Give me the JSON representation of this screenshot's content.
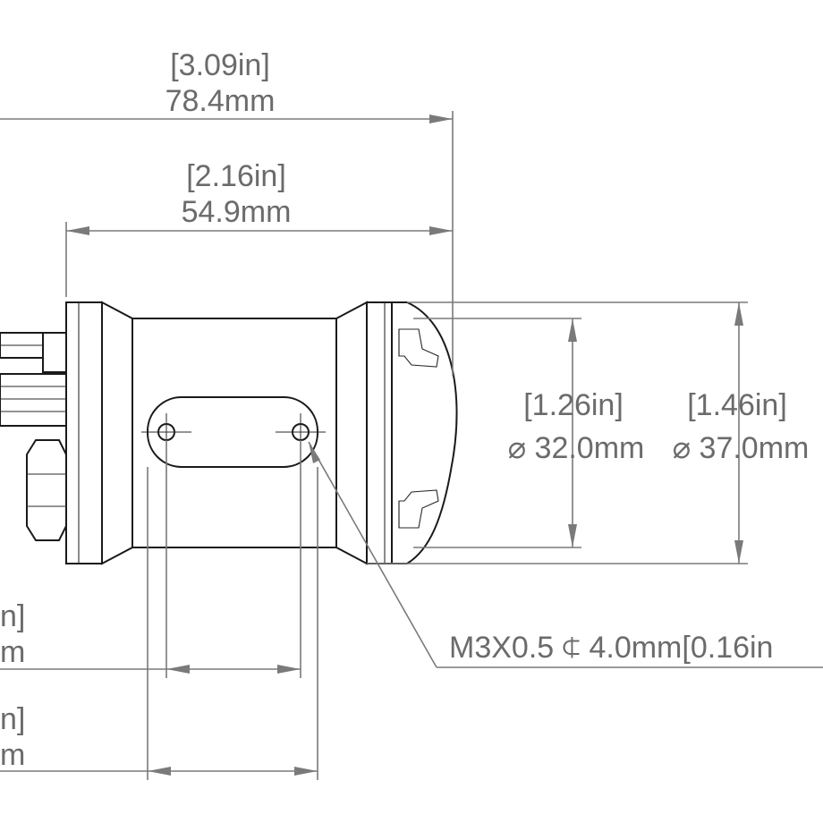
{
  "dimensions": {
    "overall_length": {
      "inch": "[3.09in]",
      "mm": "78.4mm"
    },
    "body_length": {
      "inch": "[2.16in]",
      "mm": "54.9mm"
    },
    "inner_diameter": {
      "inch": "[1.26in]",
      "mm": "⌀ 32.0mm"
    },
    "outer_diameter": {
      "inch": "[1.46in]",
      "mm": "⌀ 37.0mm"
    },
    "hole_spacing": {
      "inch": "n]",
      "mm": "m"
    },
    "slot_length": {
      "inch": "n]",
      "mm": "m"
    },
    "thread_callout": "M3X0.5 ⍧  4.0mm[0.16in"
  }
}
